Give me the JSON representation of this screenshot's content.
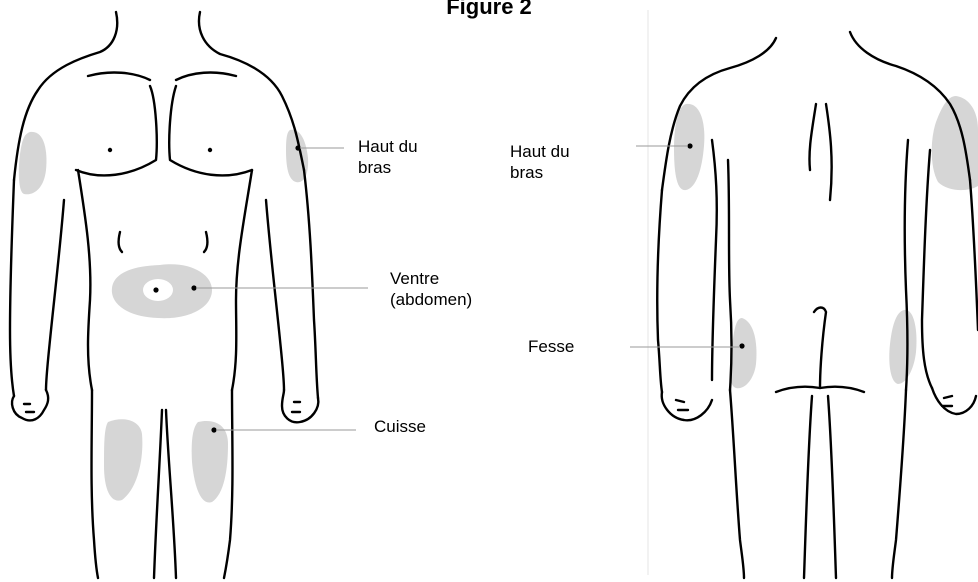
{
  "figure": {
    "title": "Figure 2"
  },
  "labels": {
    "front_upper_arm_line1": "Haut du",
    "front_upper_arm_line2": "bras",
    "abdomen_line1": "Ventre",
    "abdomen_line2": "(abdomen)",
    "thigh": "Cuisse",
    "back_upper_arm_line1": "Haut du",
    "back_upper_arm_line2": "bras",
    "buttock": "Fesse"
  },
  "colors": {
    "injection_zone": "#d6d6d6",
    "outline": "#000000",
    "leader_line": "#999999"
  }
}
